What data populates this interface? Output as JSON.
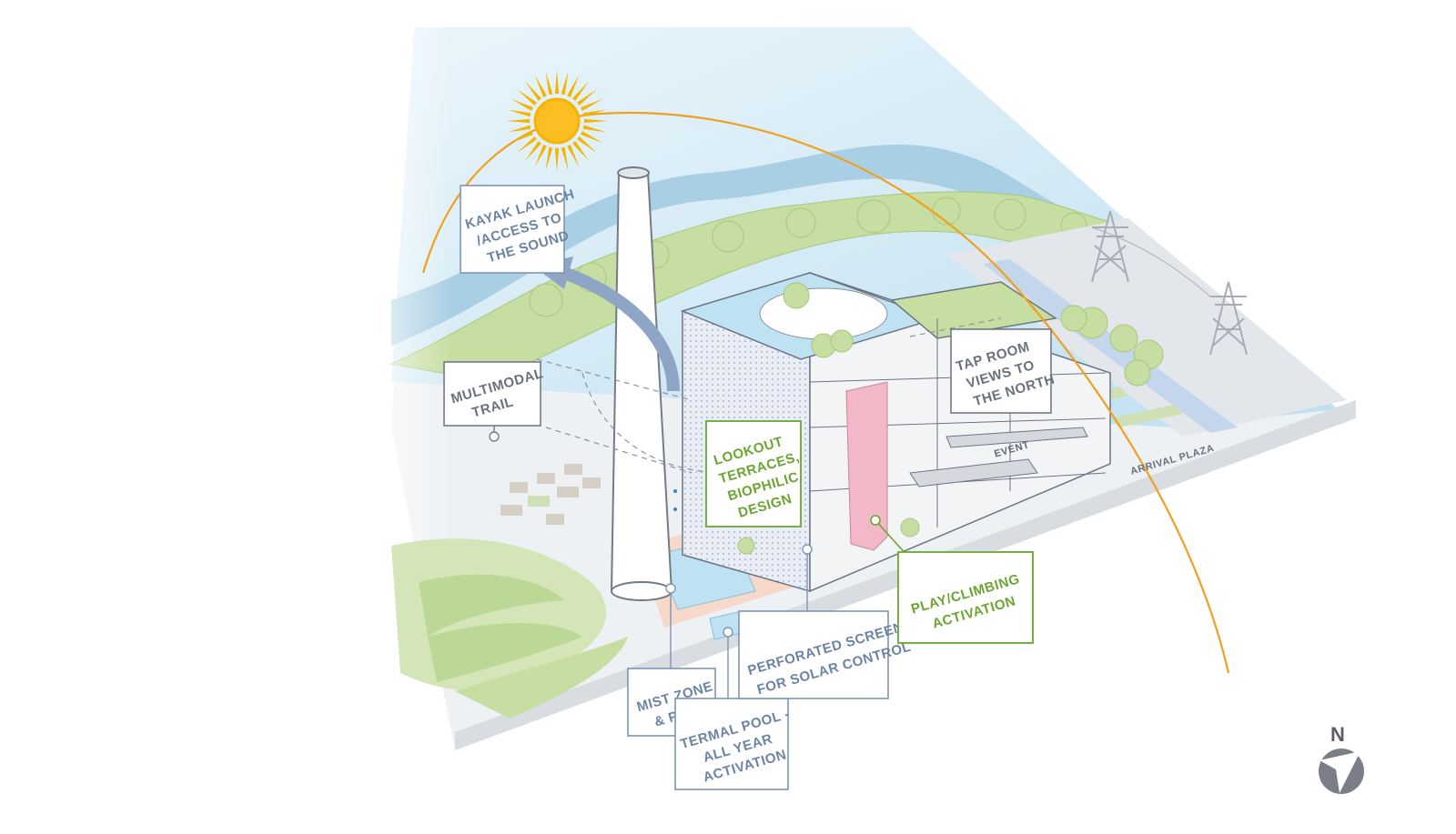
{
  "labels": {
    "kayak": [
      "KAYAK LAUNCH",
      "/ACCESS TO",
      "THE SOUND"
    ],
    "trail": [
      "MULTIMODAL",
      "TRAIL"
    ],
    "taproom": [
      "TAP ROOM",
      "VIEWS TO",
      "THE NORTH"
    ],
    "lookout": [
      "LOOKOUT",
      "TERRACES,",
      "BIOPHILIC",
      "DESIGN"
    ],
    "mist": [
      "MIST ZONE",
      "& POOL"
    ],
    "termal": [
      "TERMAL POOL -",
      "ALL YEAR",
      "ACTIVATION"
    ],
    "perforated": [
      "PERFORATED SCREEN",
      "FOR SOLAR CONTROL"
    ],
    "play": [
      "PLAY/CLIMBING",
      "ACTIVATION"
    ],
    "event": "EVENT",
    "arrival": "ARRIVAL PLAZA",
    "north": "N"
  },
  "icons": {
    "sun": "sun-icon",
    "north_arrow": "north-arrow-icon",
    "pylon": "transmission-tower-icon",
    "direction_arrow": "arrow-icon"
  },
  "colors": {
    "blue_label": "#6b84a6",
    "green_label": "#6aa630",
    "sun": "#f4b400",
    "sun_path": "#f0a020",
    "water": "#cfe7f3",
    "vegetation": "#c5dea0",
    "pink_climb": "#f2b8c8"
  }
}
